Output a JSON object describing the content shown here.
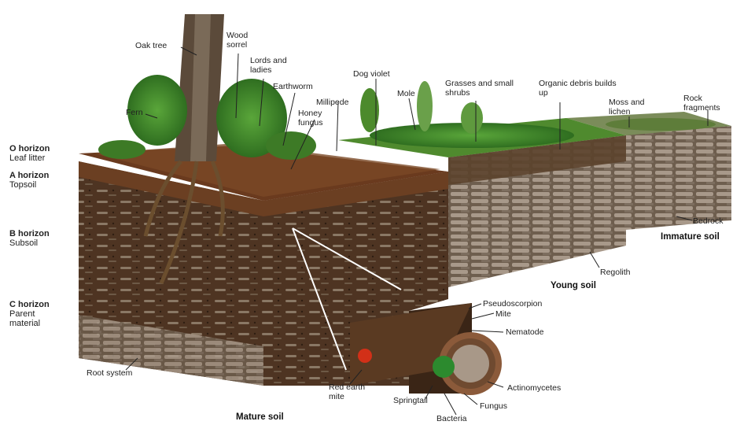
{
  "horizons": [
    {
      "name": "O horizon",
      "desc": "Leaf litter"
    },
    {
      "name": "A horizon",
      "desc": "Topsoil"
    },
    {
      "name": "B horizon",
      "desc": "Subsoil"
    },
    {
      "name": "C horizon",
      "desc": "Parent material"
    }
  ],
  "organisms": {
    "oak_tree": "Oak tree",
    "wood_sorrel": "Wood sorrel",
    "lords_ladies": "Lords and ladies",
    "earthworm": "Earthworm",
    "fern": "Fern",
    "honey_fungus": "Honey fungus",
    "millipede": "Millipede",
    "dog_violet": "Dog violet",
    "mole": "Mole",
    "grasses": "Grasses and small shrubs",
    "organic_debris": "Organic debris builds up",
    "moss_lichen": "Moss and lichen",
    "rock_fragments": "Rock fragments",
    "bedrock": "Bedrock",
    "regolith": "Regolith",
    "pseudoscorpion": "Pseudoscorpion",
    "mite": "Mite",
    "nematode": "Nematode",
    "actinomycetes": "Actinomycetes",
    "fungus": "Fungus",
    "bacteria": "Bacteria",
    "springtail": "Springtail",
    "red_earth_mite": "Red earth mite",
    "root_system": "Root system"
  },
  "soil_types": {
    "mature": "Mature soil",
    "young": "Young soil",
    "immature": "Immature soil"
  },
  "colors": {
    "soil_dark": "#4a2f1c",
    "soil_mid": "#6b4a30",
    "rock": "#8c7a66",
    "grass": "#3f8a2a",
    "bark": "#5b4a3a"
  }
}
